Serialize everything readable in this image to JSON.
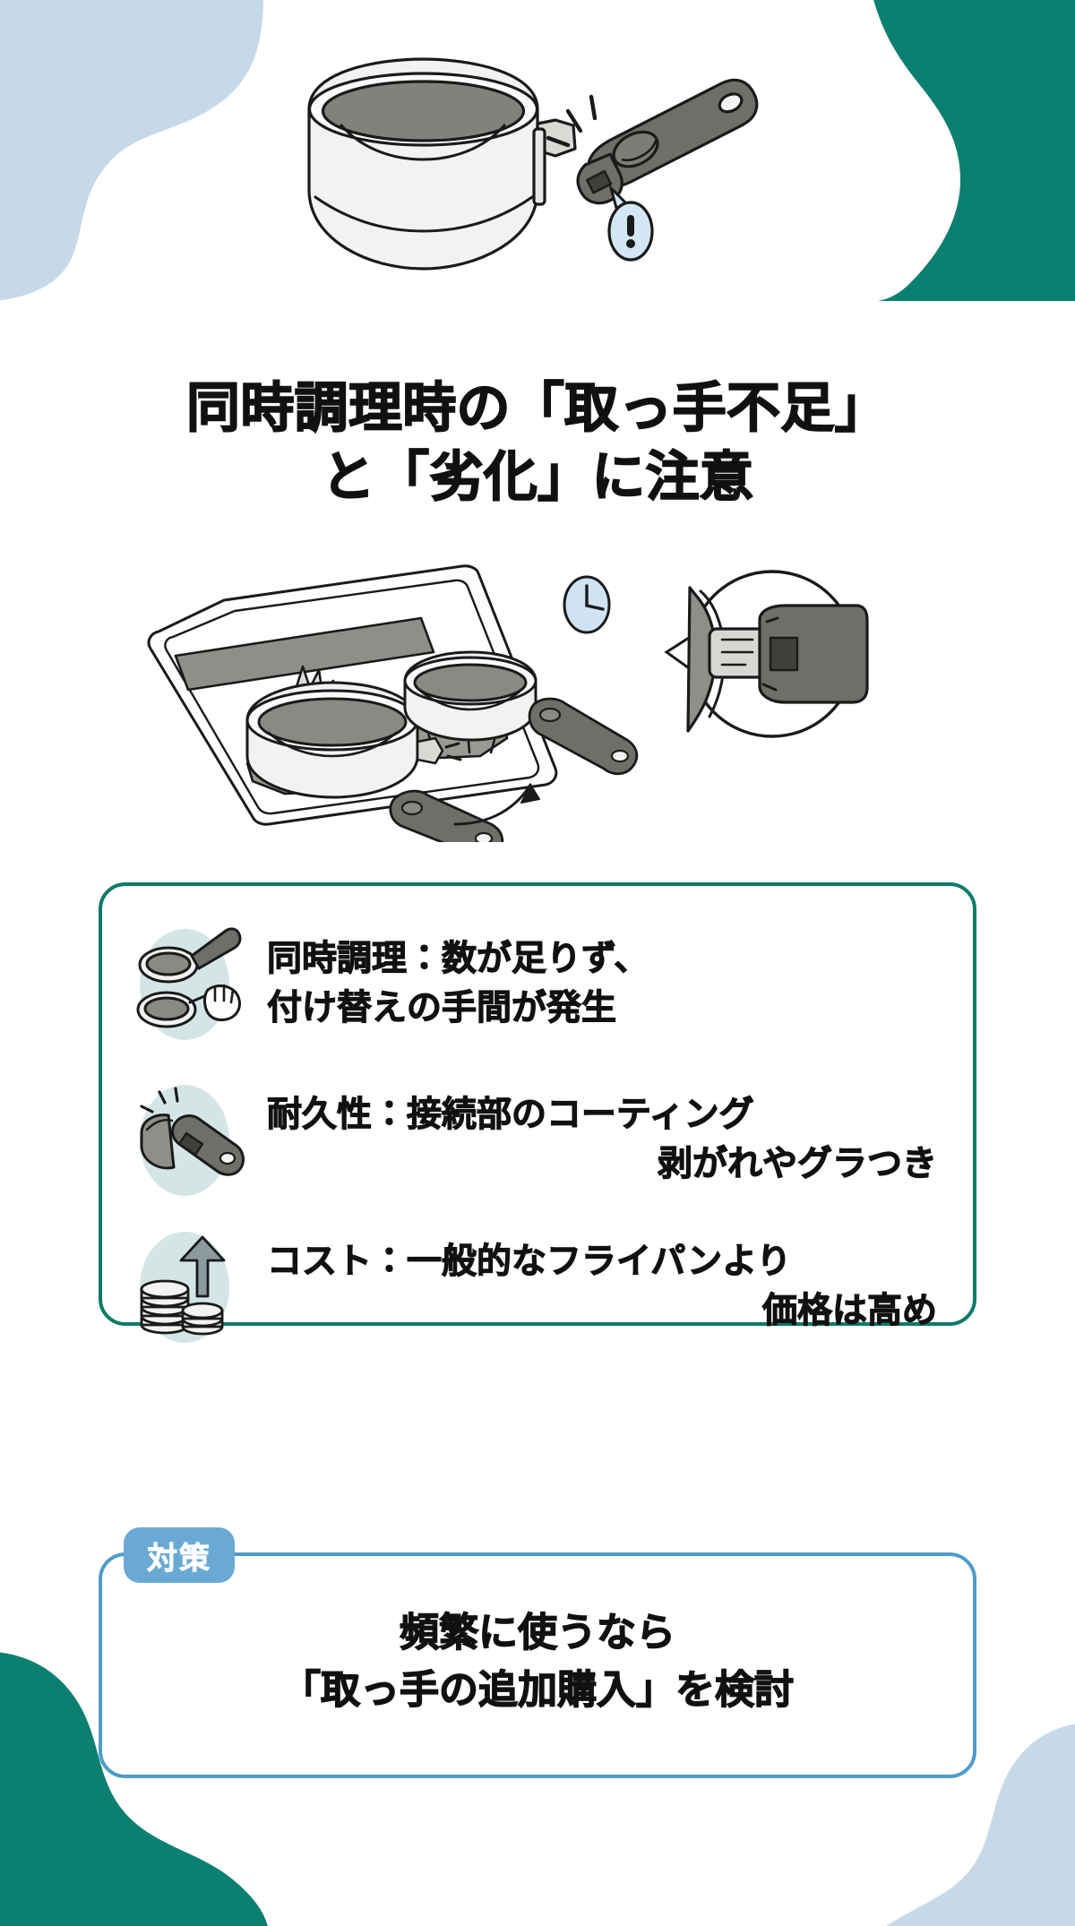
{
  "theme": {
    "blob_blue": "#c6d9e8",
    "blob_green": "#0c8070",
    "card_border_green": "#0c7b67",
    "card_border_blue": "#4f9cc9",
    "badge_blue": "#6aa9d3",
    "icon_bg_mint": "#d4e5e5",
    "text_black": "#111111",
    "pan_gray": "#6f6f6a",
    "pan_light": "#efefef",
    "accent_pale_blue": "#cfe3f2"
  },
  "hero": {
    "alt": "frying pan with detachable handle popping off",
    "icons": [
      "frying-pan-icon",
      "detachable-handle-icon",
      "warning-bubble-icon"
    ],
    "warning_mark": "!"
  },
  "headline": {
    "line1": "同時調理時の「取っ手不足」",
    "line2": "と「劣化」に注意"
  },
  "scene": {
    "alt": "two pans on a gas stove with one shared handle and a magnified view of the worn connector",
    "icons": [
      "gas-stove-icon",
      "frying-pan-icon",
      "sauce-pan-icon",
      "detachable-handle-icon",
      "clock-icon",
      "magnifier-detail-icon",
      "swap-arrow-icon"
    ]
  },
  "issues": {
    "items": [
      {
        "icon": "two-pans-one-handle-icon",
        "line1": "同時調理：数が足りず、",
        "line2": "付け替えの手間が発生",
        "align2": "l"
      },
      {
        "icon": "worn-handle-connector-icon",
        "line1": "耐久性：接続部のコーティング",
        "line2": "剥がれやグラつき",
        "align2": "r"
      },
      {
        "icon": "rising-cost-coins-icon",
        "line1": "コスト：一般的なフライパンより",
        "line2": "価格は高め",
        "align2": "r"
      }
    ]
  },
  "remedy": {
    "badge": "対策",
    "line1": "頻繁に使うなら",
    "line2": "「取っ手の追加購入」を検討"
  }
}
